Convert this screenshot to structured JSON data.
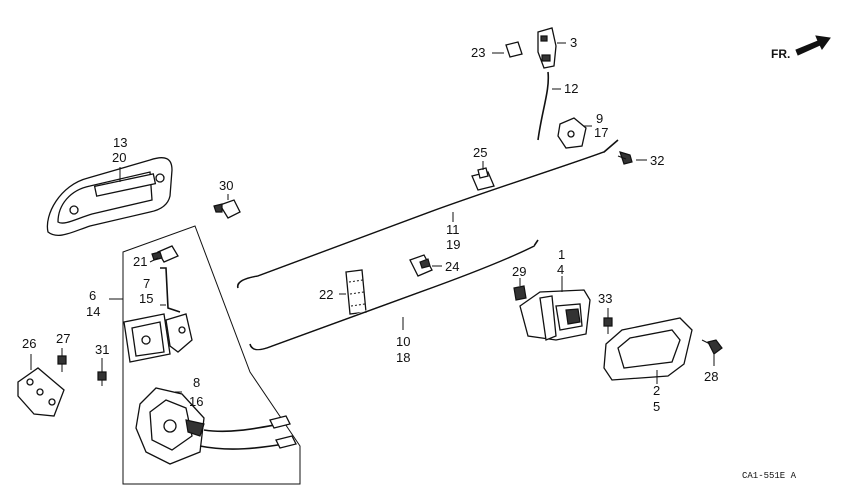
{
  "direction_label": "FR.",
  "diagram_code": "CA1-551E A",
  "callouts": {
    "c3": "3",
    "c23": "23",
    "c12": "12",
    "c9": "9",
    "c17": "17",
    "c32": "32",
    "c13": "13",
    "c20": "20",
    "c30": "30",
    "c25": "25",
    "c11": "11",
    "c19": "19",
    "c24": "24",
    "c21": "21",
    "c7": "7",
    "c15": "15",
    "c6": "6",
    "c14": "14",
    "c22": "22",
    "c10": "10",
    "c18": "18",
    "c1": "1",
    "c4": "4",
    "c29": "29",
    "c33": "33",
    "c26": "26",
    "c27": "27",
    "c31": "31",
    "c8": "8",
    "c16": "16",
    "c2": "2",
    "c5": "5",
    "c28": "28"
  }
}
